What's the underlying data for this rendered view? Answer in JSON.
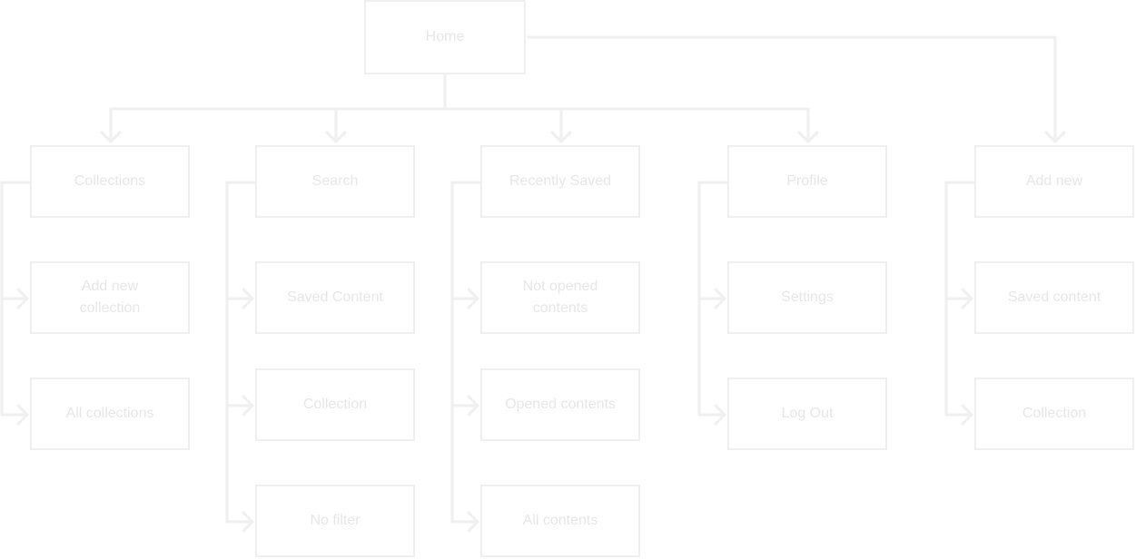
{
  "diagram": {
    "line_color": "#efefef",
    "text_color": "#e6e6e6",
    "root": {
      "label": "Home"
    },
    "sections": [
      {
        "label": "Collections",
        "children": [
          "Add new collection",
          "All collections"
        ]
      },
      {
        "label": "Search",
        "children": [
          "Saved Content",
          "Collection",
          "No filter"
        ]
      },
      {
        "label": "Recently Saved",
        "children": [
          "Not opened contents",
          "Opened contents",
          "All contents"
        ]
      },
      {
        "label": "Profile",
        "children": [
          "Settings",
          "Log Out"
        ]
      },
      {
        "label": "Add new",
        "children": [
          "Saved content",
          "Collection"
        ]
      }
    ]
  }
}
